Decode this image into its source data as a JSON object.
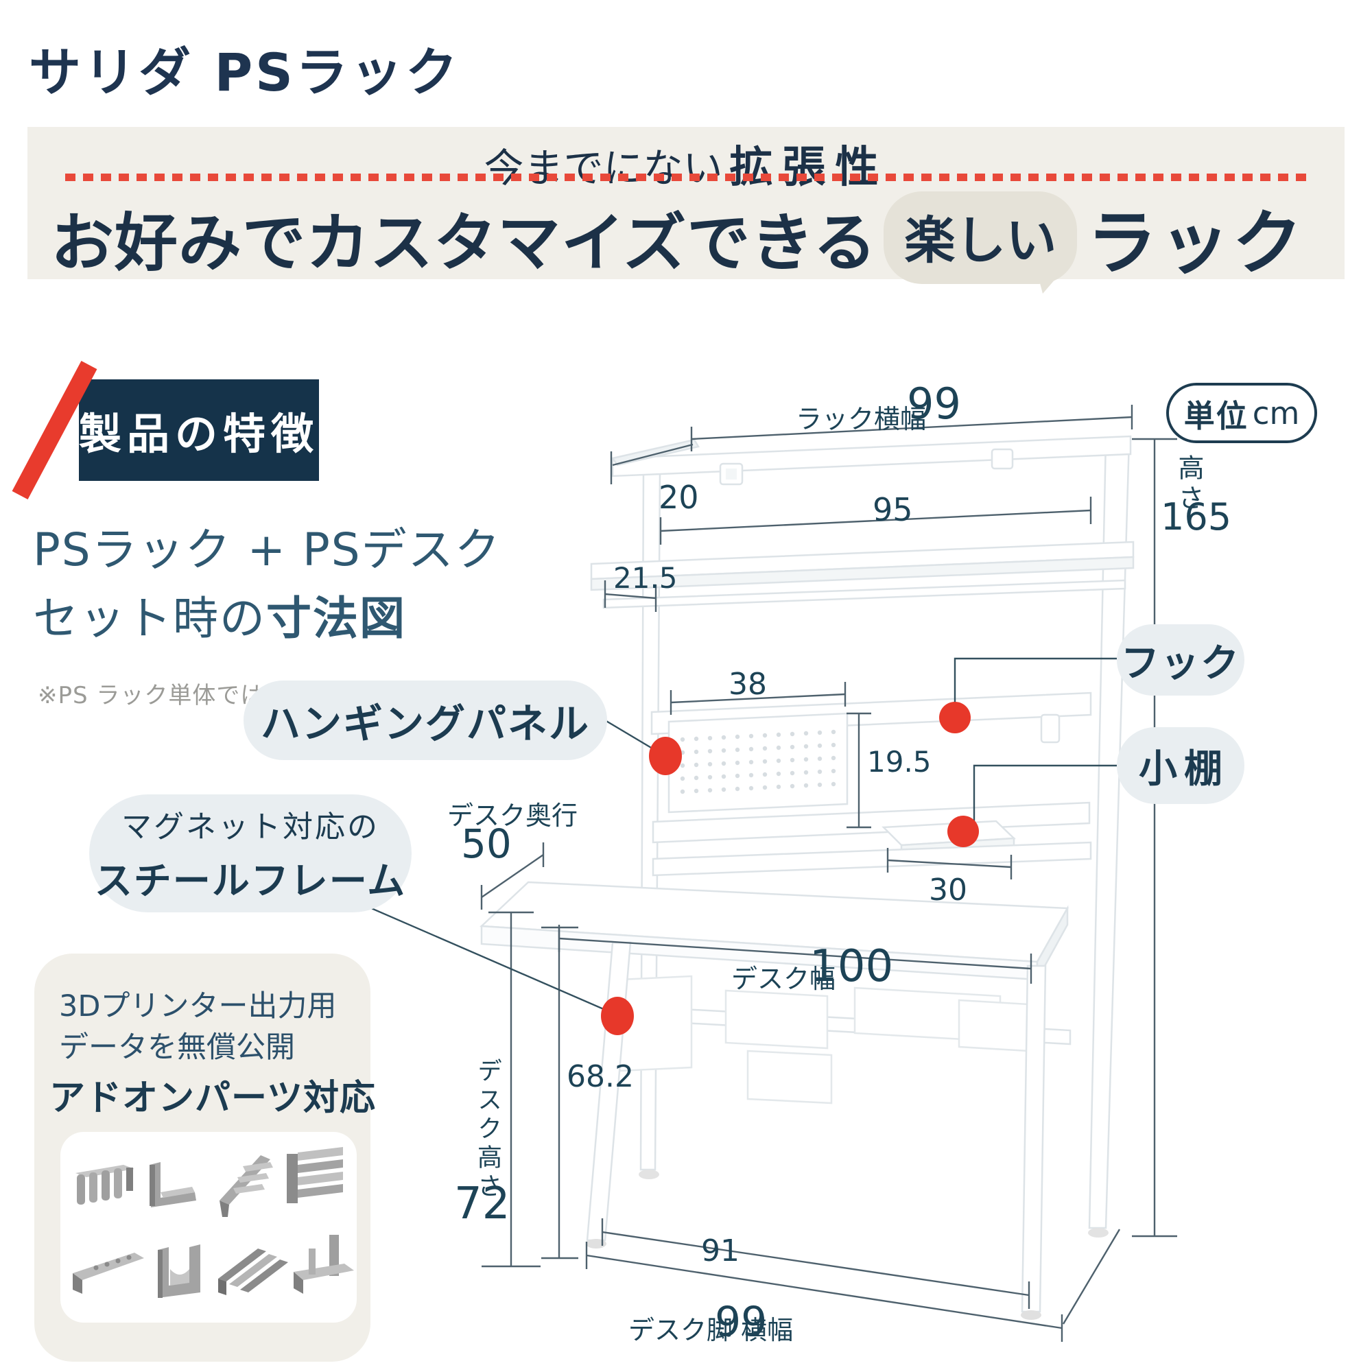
{
  "page": {
    "title": "サリダ PSラック"
  },
  "banner": {
    "headline_regular": "今までにない",
    "headline_bold": "拡張性",
    "subline_main": "お好みでカスタマイズできる",
    "subline_bubble": "楽しい",
    "subline_suffix": "ラック"
  },
  "features": {
    "badge": "製品の特徴",
    "subtitle_line1": "PSラック + PSデスク",
    "subtitle_line2_regular": "セット時の",
    "subtitle_line2_bold": "寸法図",
    "note": "※PS ラック単体ではご利用いただけません"
  },
  "callouts": {
    "hanging_panel": "ハンギングパネル",
    "hook": "フック",
    "small_shelf": "小棚",
    "steel_frame_line1": "マグネット対応の",
    "steel_frame_line2": "スチールフレーム",
    "addon_line1": "3Dプリンター出力用",
    "addon_line2": "データを無償公開",
    "addon_line3": "アドオンパーツ対応"
  },
  "unit_badge": {
    "label": "単位",
    "unit": "cm"
  },
  "dimensions": {
    "rack_width": {
      "label": "ラック横幅",
      "value": "99"
    },
    "top_depth": {
      "value": "20"
    },
    "inner_width": {
      "value": "95"
    },
    "shelf_depth": {
      "value": "21.5"
    },
    "panel_width": {
      "value": "38"
    },
    "panel_height": {
      "value": "19.5"
    },
    "height": {
      "label": "高さ",
      "value": "165"
    },
    "desk_depth": {
      "label": "デスク奥行",
      "value": "50"
    },
    "small_shelf_width": {
      "value": "30"
    },
    "desk_width": {
      "label": "デスク幅",
      "value": "100"
    },
    "floor_to_underside": {
      "value": "68.2"
    },
    "desk_height": {
      "label": "デスク高さ",
      "value": "72"
    },
    "leg_inner_span": {
      "value": "91"
    },
    "leg_width": {
      "label": "デスク脚 横幅",
      "value": "99"
    }
  },
  "colors": {
    "navy": "#1c3147",
    "badge_navy": "#15334a",
    "accent_red": "#e83b2d",
    "dot_red": "#e7382a",
    "banner_beige": "#f1efe9",
    "bubble_beige": "#e5e2d8",
    "pill_gray_blue": "#e9eef1",
    "dim_text": "#1d4356",
    "dim_line": "#4e616d"
  }
}
